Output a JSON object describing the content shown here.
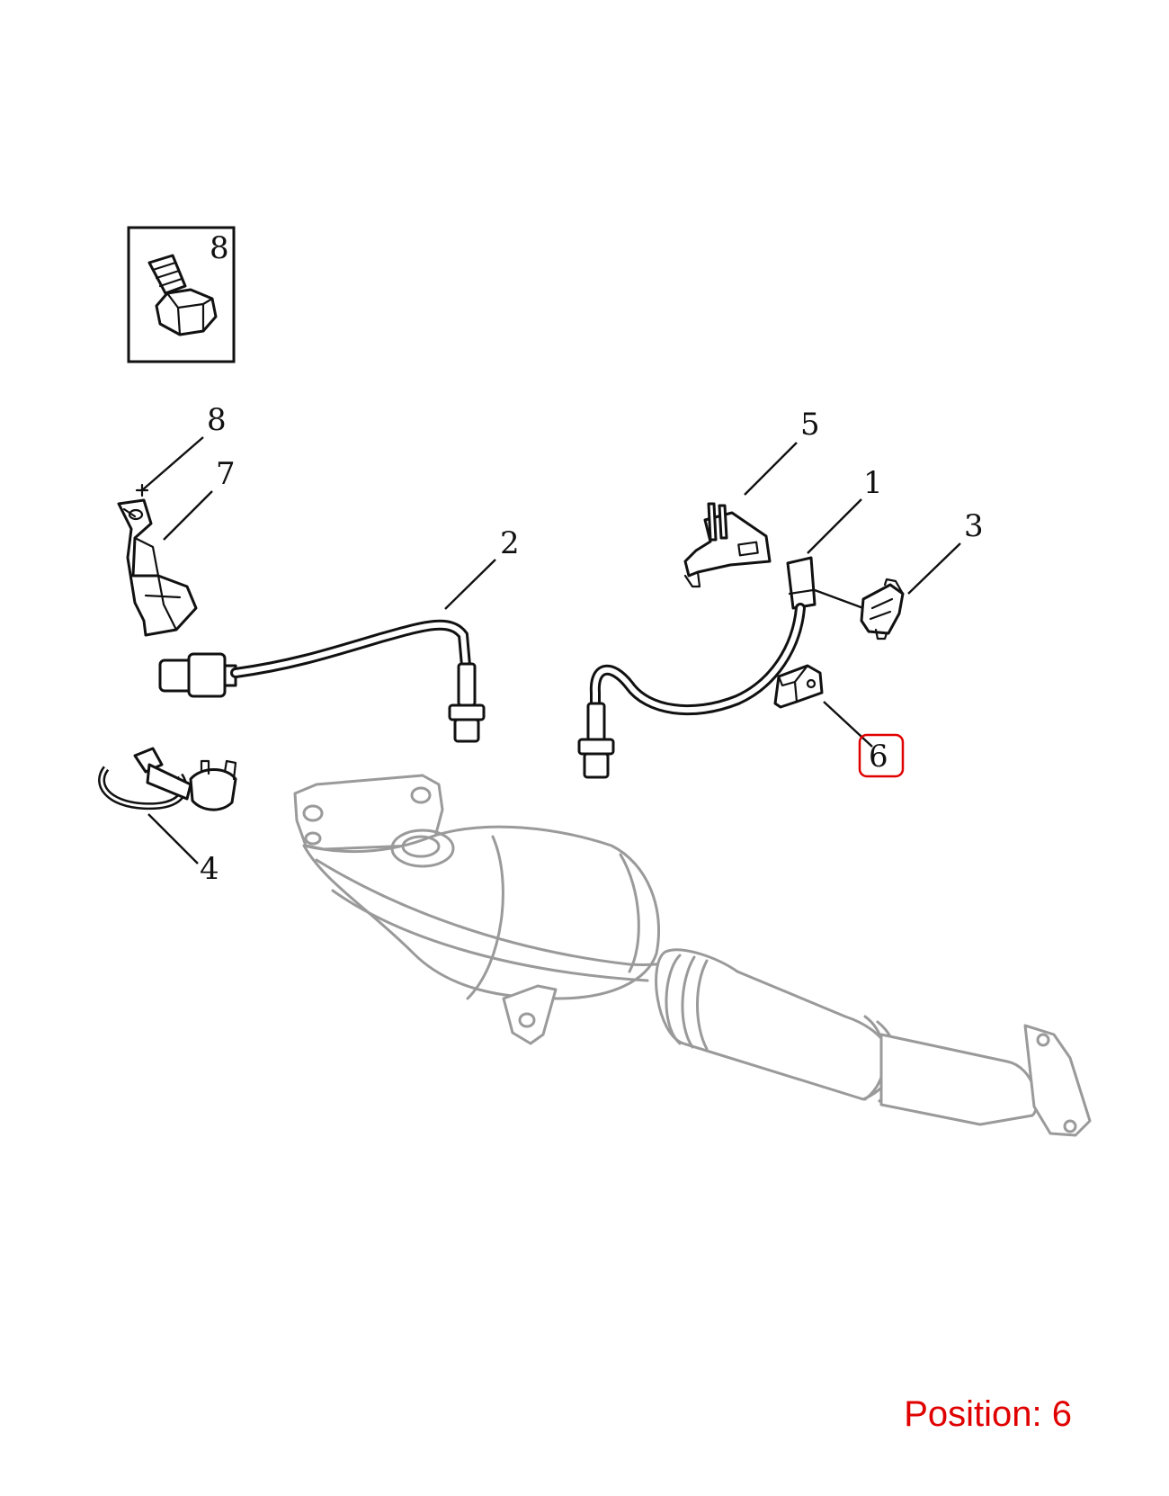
{
  "callouts": {
    "c8_box": "8",
    "c8": "8",
    "c7": "7",
    "c2": "2",
    "c5": "5",
    "c1": "1",
    "c3": "3",
    "c6": "6",
    "c4": "4"
  },
  "highlighted_callout": "6",
  "position_label": "Position: 6",
  "colors": {
    "highlight": "#e00000",
    "part_line": "#111111",
    "ghost_line": "#9a9a9a"
  }
}
